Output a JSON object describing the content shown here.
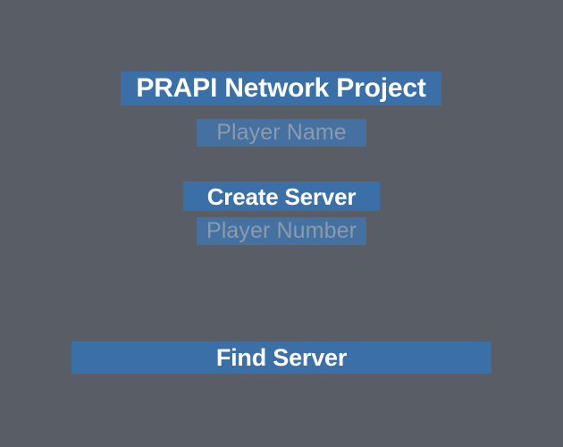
{
  "app": {
    "background_color": "#595d66",
    "accent_color": "#3a6fa7",
    "field_color": "#44719f",
    "placeholder_color": "#8c9aab",
    "button_text_color": "#ffffff"
  },
  "title": {
    "text": "PRAPI Network Project"
  },
  "fields": {
    "player_name": {
      "value": "",
      "placeholder": "Player Name"
    },
    "player_number": {
      "value": "",
      "placeholder": "Player Number"
    }
  },
  "buttons": {
    "create_server": {
      "label": "Create Server"
    },
    "find_server": {
      "label": "Find Server"
    }
  }
}
